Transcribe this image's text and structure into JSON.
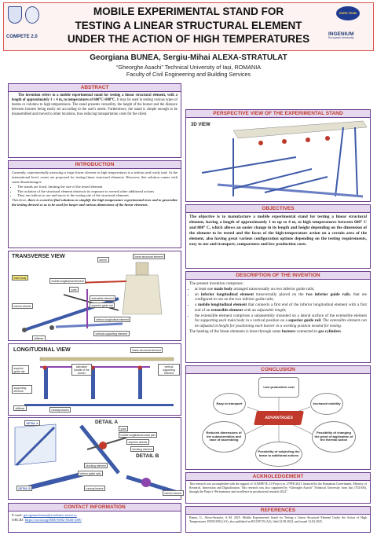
{
  "header": {
    "title_line1": "MOBILE EXPERIMENTAL STAND FOR",
    "title_line2": "TESTING A LINEAR STRUCTURAL ELEMENT",
    "title_line3": "UNDER THE ACTION OF HIGH TEMPERATURES",
    "compete_logo": "COMPETE 2.0",
    "eu_logo": "EURO TEAM",
    "ingenium_logo_1": "INGENIUM",
    "ingenium_logo_2": "European University"
  },
  "authors": {
    "names": "Georgiana BUNEA, Sergiu-Mihai ALEXA-STRATULAT",
    "university": "“Gheorghe Asachi” Technical University of Iași, ROMANIA",
    "faculty": "Faculty of Civil Engineering and Building Services"
  },
  "abstract": {
    "heading": "ABSTRACT",
    "text_1": "The invention refers to a mobile experimental stand for testing a linear structural element, with a length of approximately 1 ÷ 4 m, to temperatures of 600°C÷800°C.",
    "text_2": " It may be used in testing various types of beams or columns to high temperatures. The stand presents versatility, the height of the burner and the distance between burners being easily set according to the user's needs. Furthermore, the stand is simple enough to be disassembled and moved to other locations, thus reducing transportation costs for the client."
  },
  "introduction": {
    "heading": "INTRODUCTION",
    "p1_a": "Currently, ",
    "p1_b": "experimentally assessing a large linear element to high temperatures is a tedious and costly task.",
    "p1_c": " At the international level, ovens are proposed for testing linear structural elements. However, this solution comes with some ",
    "p1_d": "disadvantages",
    "bullets": [
      "The stands are fixed, limiting the size of the tested element",
      "The isolation of the structural element obstructs its exposure to several other additional actions",
      "They are tedious to use and move to the testing site of the structural elements"
    ],
    "p2_a": "Therefore, ",
    "p2_b": "there is a need to find solutions to simplify the high temperature experimental tests and to generalize the testing devised so as to be used for larger and various dimensions of the linear elements."
  },
  "transverse": {
    "heading": "TRANSVERSE VIEW",
    "labels": [
      "burner",
      "linear structural element",
      "main body",
      "mobile longitudinal element",
      "yoke",
      "extensible element",
      "superior guide rail",
      "inferior wheels",
      "inferior longitudinal element",
      "vertical supporting element",
      "stiffener"
    ]
  },
  "longitudinal": {
    "heading": "LONGITUDINAL VIEW",
    "labels": [
      "linear structural element",
      "activation handle of the burner",
      "vertical supporting element",
      "superior guide rail",
      "supporting element",
      "stiffener",
      "runway beams"
    ]
  },
  "details": {
    "labels": [
      "DETAIL A",
      "DETAIL A",
      "yoke",
      "mobile longitudinal metal part",
      "superior wheels",
      "blocking element",
      "blocking element",
      "DETAIL B",
      "inferior guide rails",
      "DETAIL B",
      "runway beams",
      "inferior wheels"
    ]
  },
  "contact": {
    "heading": "CONTACT INFORMATION",
    "email_label": "E-mail: ",
    "email": "georgiana.bunea@academic.tuiasi.ro",
    "orcid_label": "ORCID: ",
    "orcid": "https://orcid.org/0000-0002-8346-4390"
  },
  "perspective": {
    "heading": "PERSPECTIVE VIEW OF THE EXPERIMENTAL STAND",
    "label": "3D VIEW"
  },
  "objectives": {
    "heading": "OBJECTIVES",
    "text": "The objective is to manufacture a mobile experimental stand for testing a linear structural element, having a length of approximately 1 m up to 4 m, to high temperatures between 600° C and 800° C, which allows an easier change in its length and height depending on the dimension of the element to be tested and the focus of the high-temperature action on a certain area of the element, also having great various configuration options depending on the testing requirements, easy to use and transport, compactness and low production costs."
  },
  "description": {
    "heading": "DESCRIPTION OF THE INVENTION",
    "intro": "The present invention comprises:",
    "b1_a": "at least one ",
    "b1_b": "main body",
    "b1_c": " arranged transversally on two inferior guide rails;",
    "b2_a": "an ",
    "b2_b": "inferior longitudinal element",
    "b2_c": " transversally placed on the ",
    "b2_d": "two inferior guide rails",
    "b2_e": ", that are configured to run on the two inferior guide rails;",
    "b3_a": "a ",
    "b3_b": "mobile longitudinal element",
    "b3_c": " that connects a first end of the inferior longitudinal element with a first end of an ",
    "b3_d": "extensible element",
    "b3_e": " with an ",
    "b3_f": "adjustable length",
    "b3_g": ";",
    "b4_a": "the extensible element comprises a subassembly mounted on a lateral surface of the extensible element for supporting each main body in a vertical position on a ",
    "b4_b": "superior guide rail",
    "b4_c": ". ",
    "b4_d": "The extensible element can be adjusted in height for positioning each burner in a working position needed for testing.",
    "end_a": "The heating of the linear elements is done through some ",
    "end_b": "burners",
    "end_c": " connected to ",
    "end_d": "gas cylinders",
    "end_e": "."
  },
  "conclusion": {
    "heading": "CONCLUSION",
    "center": "ADVANTAGES",
    "items": [
      "Low production cost",
      "Increased mobility",
      "Possibility of changing the point of application of the thermal action",
      "Possibility of subjecting the beam to additional actions",
      "Reduced dimensions of the subassemblies and ease of assembling",
      "Easy to transport"
    ]
  },
  "ack": {
    "heading": "ACKNOLEDGEMENT",
    "text": "This research was accomplished with the support of COMPETE 2.0 Project nr. 27PFE/2021, financed by the Romanian Government, Ministry of Research, Innovation and Digitalization. This research was also supported by “Gheorghe Asachi” Technical University from Iasi (TUIASI), through the Project “Performance and excellence in postdoctoral research 2022”."
  },
  "references": {
    "heading": "REFERENCES",
    "text": "Bunea, G., Alexa-Stratulat, S.-M. 2025. Mobile Experimental Stand for Testing a Linear Structural Element Under the Action of High Temperatures. EP4521092 (A1), also published as RO138719 (A2), filed 22.09.2024, and issued 12.03.2025."
  },
  "colors": {
    "accent": "#6b3f8f",
    "heading_text": "#c0392b",
    "header_fill": "#e6d8ee"
  }
}
